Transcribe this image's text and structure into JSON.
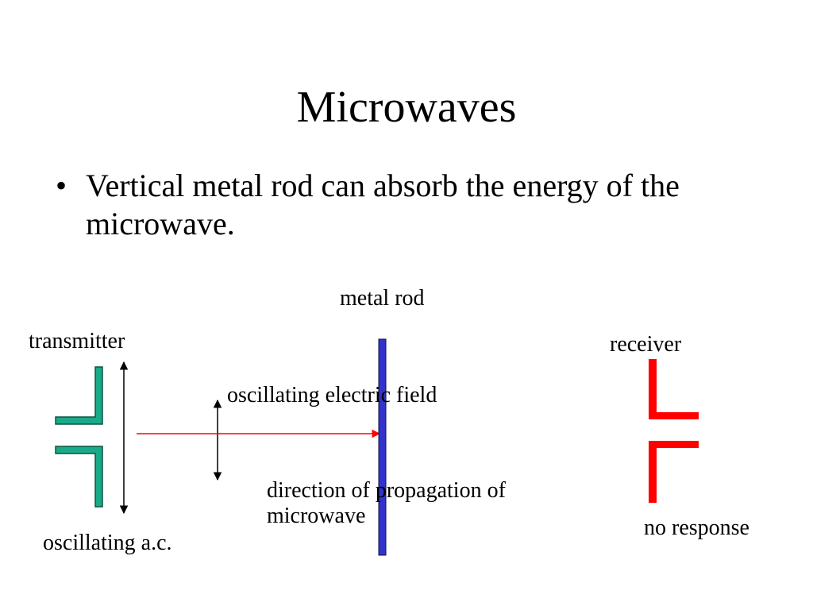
{
  "slide": {
    "title": "Microwaves",
    "bullets": [
      {
        "marker": "•",
        "text": "Vertical metal rod can absorb the energy of the microwave."
      }
    ]
  },
  "diagram": {
    "labels": {
      "metal_rod": "metal rod",
      "transmitter": "transmitter",
      "receiver": "receiver",
      "oscillating_field": "oscillating electric field",
      "propagation": "direction of propagation of microwave",
      "oscillating_ac": "oscillating a.c.",
      "no_response": "no response"
    },
    "colors": {
      "transmitter": "#1aaa88",
      "metal_rod": "#3333cc",
      "receiver": "#ff0000",
      "propagation_arrow": "#ff0000",
      "field_arrows": "#000000"
    }
  }
}
